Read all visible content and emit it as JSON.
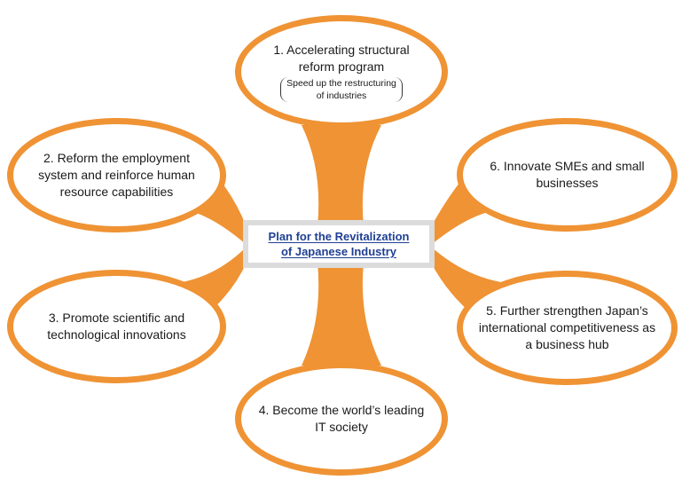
{
  "center": {
    "line1": "Plan for the Revitalization",
    "line2": "of Japanese Industry"
  },
  "nodes": {
    "n1": {
      "label": "1. Accelerating structural\nreform program",
      "note": "Speed up the restructuring\nof industries"
    },
    "n2": {
      "label": "2. Reform the employment\nsystem and reinforce human\nresource capabilities"
    },
    "n3": {
      "label": "3. Promote scientific and\ntechnological innovations"
    },
    "n4": {
      "label": "4. Become the world’s leading\nIT society"
    },
    "n5": {
      "label": "5. Further strengthen Japan’s\ninternational competitiveness as\na business hub"
    },
    "n6": {
      "label": "6. Innovate SMEs and small\nbusinesses"
    }
  },
  "colors": {
    "accent": "#ef9334",
    "center_text": "#1f3f93",
    "center_border": "#dcdcdc"
  }
}
